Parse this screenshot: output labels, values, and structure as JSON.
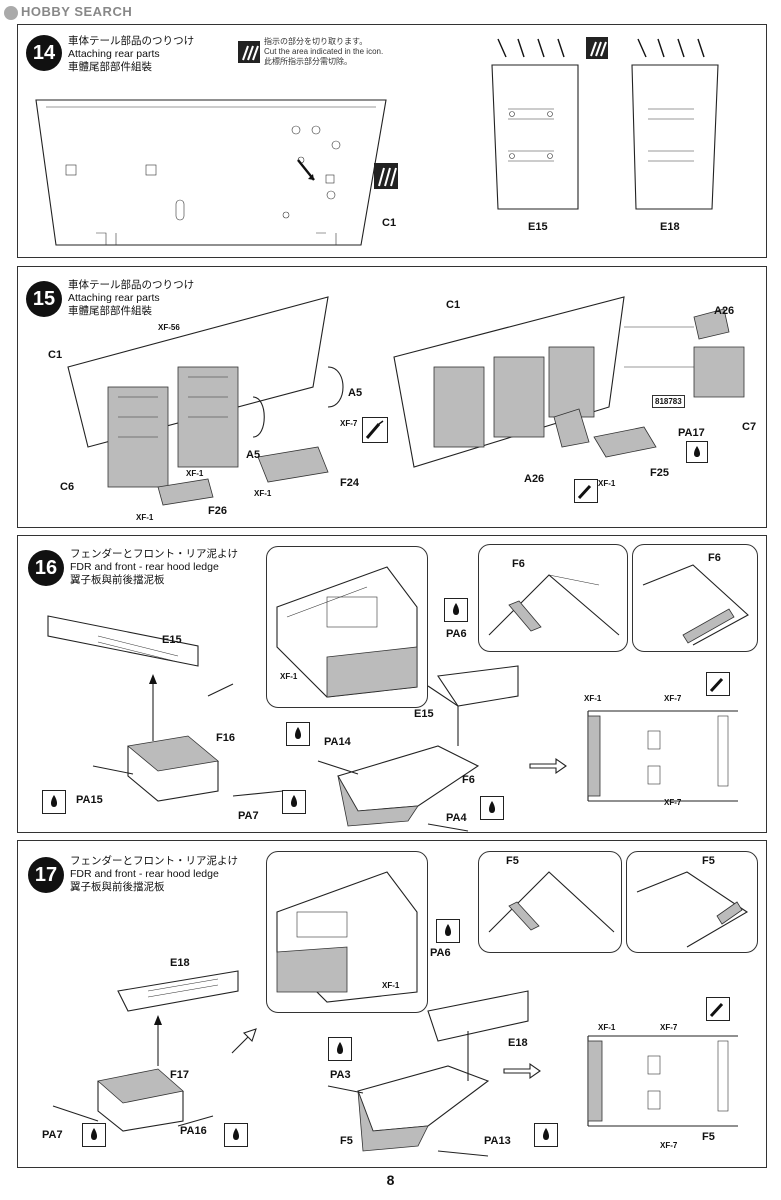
{
  "watermark": "HOBBY SEARCH",
  "page_number": "8",
  "cut_note": {
    "jp": "指示の部分を切り取ります。",
    "en": "Cut the area indicated in the icon.",
    "zh": "此標所指示部分需切除。"
  },
  "steps": [
    {
      "number": "14",
      "title_jp": "車体テール部品のつりつけ",
      "title_en": "Attaching rear parts",
      "title_zh": "車體尾部部件組裝",
      "labels": [
        "C1",
        "E15",
        "E18"
      ]
    },
    {
      "number": "15",
      "title_jp": "車体テール部品のつりつけ",
      "title_en": "Attaching rear parts",
      "title_zh": "車體尾部部件組裝",
      "labels": [
        "C1",
        "XF-56",
        "A5",
        "XF-7",
        "XF-1",
        "C6",
        "A5",
        "XF-1",
        "F24",
        "XF-1",
        "F26",
        "C1",
        "A26",
        "818783",
        "PA17",
        "C7",
        "A26",
        "XF-1",
        "F25"
      ]
    },
    {
      "number": "16",
      "title_jp": "フェンダーとフロント・リア泥よけ",
      "title_en": "FDR and front - rear hood ledge",
      "title_zh": "翼子板與前後擋泥板",
      "labels": [
        "E15",
        "F16",
        "PA15",
        "PA7",
        "XF-1",
        "F6",
        "F6",
        "PA6",
        "E15",
        "PA14",
        "F6",
        "PA4",
        "XF-1",
        "XF-7",
        "XF-7"
      ]
    },
    {
      "number": "17",
      "title_jp": "フェンダーとフロント・リア泥よけ",
      "title_en": "FDR and front - rear hood ledge",
      "title_zh": "翼子板與前後擋泥板",
      "labels": [
        "E18",
        "F17",
        "PA7",
        "PA16",
        "XF-1",
        "F5",
        "F5",
        "PA6",
        "E18",
        "PA3",
        "F5",
        "PA13",
        "XF-1",
        "XF-7",
        "XF-7",
        "F5"
      ]
    }
  ]
}
